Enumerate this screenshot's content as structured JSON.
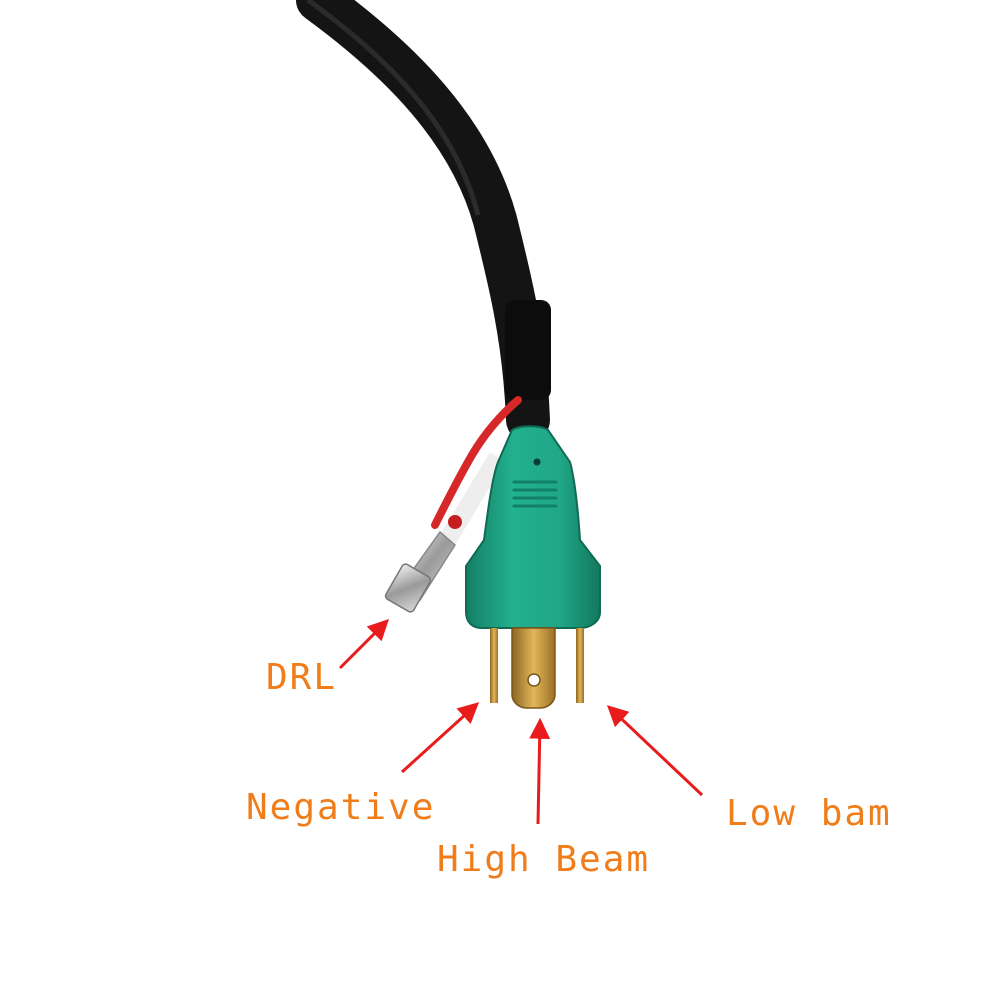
{
  "labels": {
    "drl": "DRL",
    "negative": "Negative",
    "high_beam": "High Beam",
    "low_beam": "Low bam"
  },
  "colors": {
    "label_text": "#F07D1A",
    "arrow": "#E81C1C",
    "connector_body": "#1FA787",
    "cable": "#141414",
    "terminal": "#C89A3C",
    "drl_wire": "#D62828"
  },
  "icons": {
    "connector": "h4-plug-connector",
    "cable": "black-wire-cable",
    "drl_terminal": "spade-terminal"
  }
}
